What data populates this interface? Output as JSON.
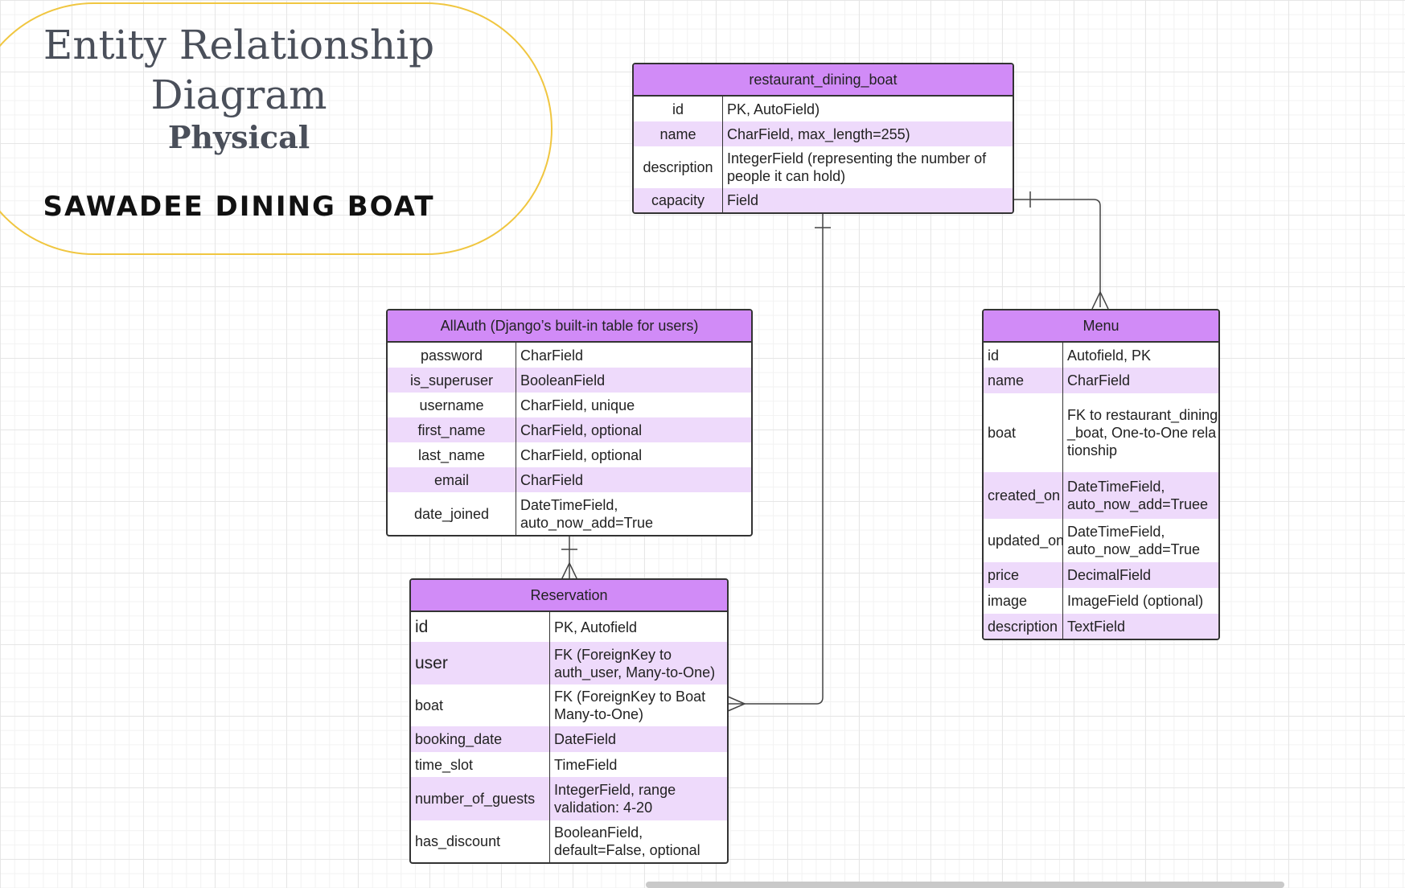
{
  "title": {
    "line1": "Entity Relationship",
    "line2": "Diagram",
    "subtitle": "Physical",
    "project": "SAWADEE DINING BOAT"
  },
  "entities": {
    "restaurant_dining_boat": {
      "name": "restaurant_dining_boat",
      "rows": [
        {
          "key": "id",
          "value": "PK, AutoField)"
        },
        {
          "key": "name",
          "value": "CharField, max_length=255)"
        },
        {
          "key": "description",
          "value": "IntegerField (representing the number of people it can hold)"
        },
        {
          "key": "capacity",
          "value": "Field"
        }
      ]
    },
    "allauth": {
      "name": "AllAuth (Django’s built-in table for users)",
      "rows": [
        {
          "key": "password",
          "value": "CharField"
        },
        {
          "key": "is_superuser",
          "value": "BooleanField"
        },
        {
          "key": "username",
          "value": "CharField, unique"
        },
        {
          "key": "first_name",
          "value": "CharField, optional"
        },
        {
          "key": "last_name",
          "value": "CharField, optional"
        },
        {
          "key": "email",
          "value": "CharField"
        },
        {
          "key": "date_joined",
          "value": "DateTimeField, auto_now_add=True"
        }
      ]
    },
    "menu": {
      "name": "Menu",
      "rows": [
        {
          "key": "id",
          "value": "Autofield, PK"
        },
        {
          "key": "name",
          "value": "CharField"
        },
        {
          "key": "boat",
          "value": "FK to restaurant_dining_boat, One-to-One relationship"
        },
        {
          "key": "created_on",
          "value": "DateTimeField, auto_now_add=Truee"
        },
        {
          "key": "updated_on",
          "value": "DateTimeField, auto_now_add=True"
        },
        {
          "key": "price",
          "value": "DecimalField"
        },
        {
          "key": "image",
          "value": "ImageField (optional)"
        },
        {
          "key": "description",
          "value": "TextField"
        }
      ]
    },
    "reservation": {
      "name": "Reservation",
      "rows": [
        {
          "key": "id",
          "value": "PK, Autofield"
        },
        {
          "key": "user",
          "value": "FK (ForeignKey to auth_user, Many-to-One)"
        },
        {
          "key": "boat",
          "value": "FK (ForeignKey to Boat Many-to-One)"
        },
        {
          "key": "booking_date",
          "value": "DateField"
        },
        {
          "key": "time_slot",
          "value": "TimeField"
        },
        {
          "key": "number_of_guests",
          "value": "IntegerField, range validation: 4-20"
        },
        {
          "key": "has_discount",
          "value": "BooleanField, default=False, optional"
        }
      ]
    }
  },
  "colors": {
    "header": "#d18bf7",
    "alt_row": "#eedafb",
    "border": "#333333",
    "capsule": "#f0c640"
  }
}
